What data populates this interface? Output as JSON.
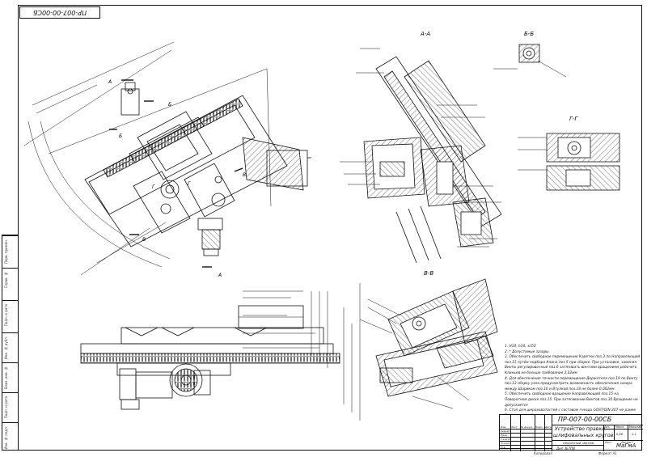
{
  "sheet": {
    "corner_stamp": "ПР-007-00-00СБ",
    "section_labels": {
      "aa": "А-А",
      "bb": "Б-Б",
      "gg": "Г-Г",
      "vv": "В-В"
    },
    "cut_letters": [
      "А",
      "Б",
      "В",
      "Г",
      "А",
      "Б",
      "В",
      "Г"
    ]
  },
  "notes": [
    "1. Н14, h14, ±IT⁄2",
    "2. * Допустимые зазоры",
    "3. Обеспечить свободное перемещение Каретки поз.3 по Направляющей поз.15 путём подбора Клина поз.5 при сборке. При установке, заменяя Винты регулировочные поз.6 затягивать винтами вращением рабочего Клиньев не больше требования 2,02мм",
    "4. Для обеспечения точности перемещения Держателя поз.19 по Винту поз.13 сборку узла предусмотреть возможность обеспечения зазора между Шариком поз.16 и Втулкой поз.18 не более 0,002мм",
    "5. Обеспечить свободное вращение Направляющей поз.15 на Поворотном диске поз.15. При затягивании Винтов поз.30 Вращение не допускается",
    "6. Стоп для шероховатостей с составом гнезда GOST/DIN 207 не ранее Тугоплавкого 8 года."
  ],
  "title_block": {
    "code": "ПР-007-00-00СБ",
    "title_line1": "Устройство правки",
    "title_line2": "шлифовальных кругов",
    "subtitle": "Сборочный чертеж",
    "org": "МаГмА",
    "mass": "0,66",
    "scale": "1:1",
    "sheets_label": "Листов 1",
    "group": "Дип ЗЕ7ПВ",
    "header_cells": [
      "Изм.",
      "Лист",
      "№ докум.",
      "Подп.",
      "Дата"
    ],
    "role_rows": [
      "Разраб.",
      "Пров.",
      "Т.контр.",
      "Н.контр.",
      "Утв."
    ],
    "col_heads": [
      "Лит.",
      "Масса",
      "Масштаб"
    ],
    "sheet_cell": "Лист",
    "below_left": "Копировал",
    "below_right": "Формат А1"
  },
  "side_strip": [
    "Перв. примен.",
    "Справ. №",
    "Подп. и дата",
    "Инв. № дубл.",
    "Взам. инв. №",
    "Подп. и дата",
    "Инв. № подл."
  ]
}
